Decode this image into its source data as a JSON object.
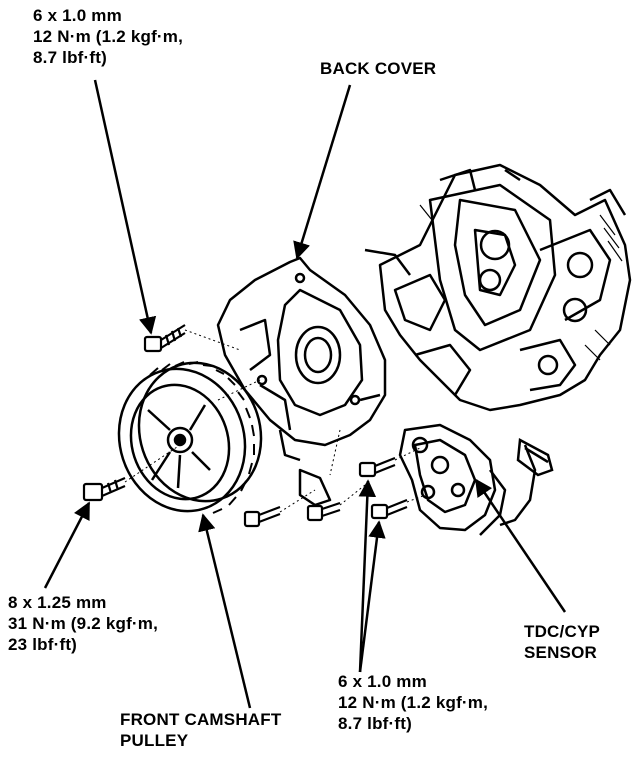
{
  "labels": {
    "bolt_top": {
      "size": "6 x 1.0 mm",
      "torque_line1": "12 N·m (1.2 kgf·m,",
      "torque_line2": "8.7 lbf·ft)"
    },
    "back_cover": "BACK COVER",
    "bolt_pulley": {
      "size": "8 x 1.25 mm",
      "torque_line1": "31 N·m (9.2 kgf·m,",
      "torque_line2": "23 lbf·ft)"
    },
    "sensor": {
      "line1": "TDC/CYP",
      "line2": "SENSOR"
    },
    "bolt_sensor": {
      "size": "6 x 1.0 mm",
      "torque_line1": "12 N·m (1.2 kgf·m,",
      "torque_line2": "8.7 lbf·ft)"
    },
    "pulley": {
      "line1": "FRONT CAMSHAFT",
      "line2": "PULLEY"
    }
  }
}
